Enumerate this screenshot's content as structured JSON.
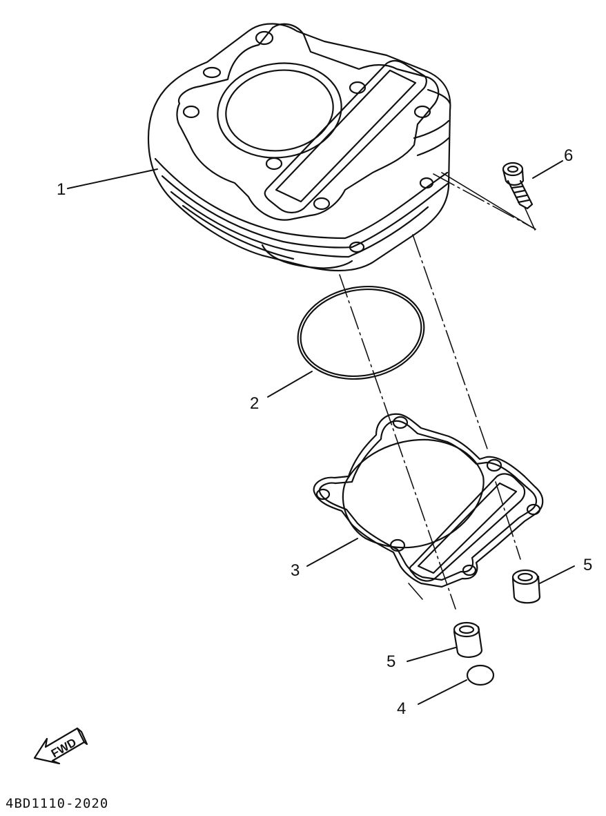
{
  "callouts": {
    "c1": "1",
    "c2": "2",
    "c3": "3",
    "c4": "4",
    "c5a": "5",
    "c5b": "5",
    "c6": "6"
  },
  "fwd_label": "FWD",
  "drawing_code": "4BD1110-2020",
  "colors": {
    "ink": "#111111",
    "paper": "#ffffff"
  },
  "parts": [
    {
      "number": "1",
      "name-icon": "cylinder-icon"
    },
    {
      "number": "2",
      "name-icon": "o-ring-icon"
    },
    {
      "number": "3",
      "name-icon": "gasket-icon"
    },
    {
      "number": "4",
      "name-icon": "washer-icon"
    },
    {
      "number": "5",
      "name-icon": "dowel-pin-icon"
    },
    {
      "number": "6",
      "name-icon": "bolt-icon"
    }
  ]
}
